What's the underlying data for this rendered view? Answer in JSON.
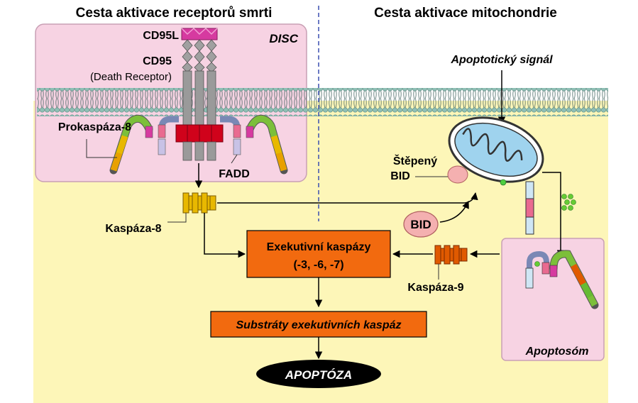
{
  "headers": {
    "left": "Cesta aktivace receptorů smrti",
    "right": "Cesta aktivace mitochondrie"
  },
  "labels": {
    "disc": "DISC",
    "cd95l": "CD95L",
    "cd95": "CD95",
    "death_receptor": "(Death Receptor)",
    "prokaspaza8": "Prokaspáza-8",
    "fadd": "FADD",
    "kaspaza8": "Kaspáza-8",
    "apoptoticky_signal": "Apoptotický signál",
    "stepeny": "Štěpený",
    "bid_cleaved": "BID",
    "bid": "BID",
    "exekutivni_line1": "Exekutivní kaspázy",
    "exekutivni_line2": "(-3, -6, -7)",
    "kaspaza9": "Kaspáza-9",
    "substraty": "Substráty exekutivních kaspáz",
    "apoptoza": "APOPTÓZA",
    "apoptosom": "Apoptosóm"
  },
  "colors": {
    "cytoplasm": "#fdf6b8",
    "disc_box": "#f7d3e3",
    "apoptosome_box": "#f7d3e3",
    "membrane_head": "#8fbfb5",
    "caspase_box": "#f26a0f",
    "cd95l": "#d63aa0",
    "receptor_red": "#d0021b",
    "caspase8_yellow": "#e8b800",
    "caspase9_orange": "#e05a00",
    "mito": "#9fd3ee",
    "divider": "#3a4fb0"
  }
}
